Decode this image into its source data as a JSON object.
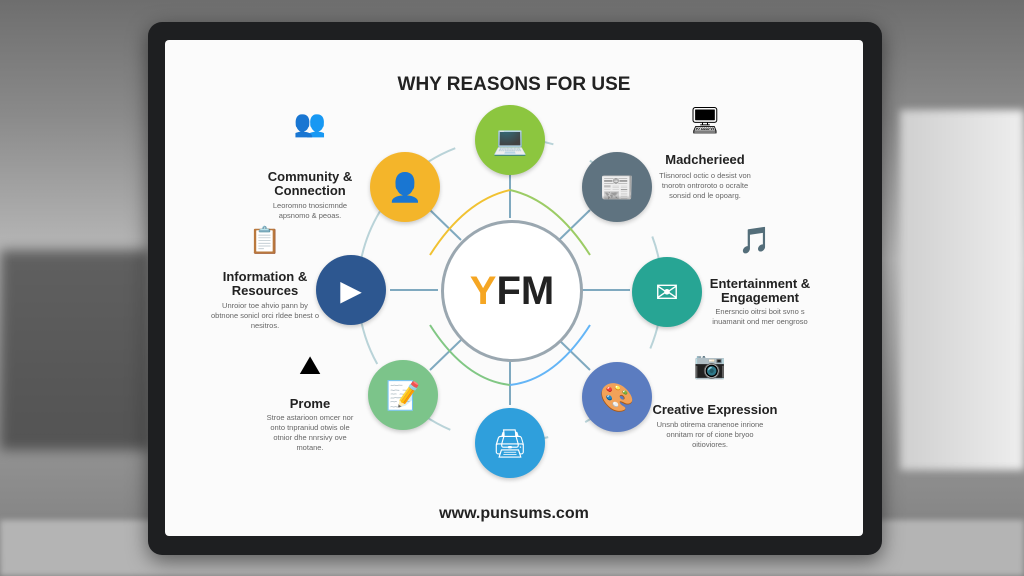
{
  "title": "WHY REASONS FOR USE",
  "hub": {
    "letter1": "Y",
    "rest": "FM",
    "accent": "#f5a623"
  },
  "url": "www.punsums.com",
  "items": [
    {
      "label": "Community & Connection",
      "desc": "Leoromno tnosicmnde apsnomo & peoas.",
      "icon": "people-network-icon"
    },
    {
      "label": "Information & Resources",
      "desc": "Unroior toe ahvio pann by obtnone sonicl orci rldee bnest o nesitros.",
      "icon": "document-icon"
    },
    {
      "label": "Prome",
      "desc": "Stroe astarioon omcer nor onto tnpraniud otwis ole otnior dhe nnrsivy ove motane.",
      "icon": "landscape-icon"
    },
    {
      "label": "Madcherieed",
      "desc": "Tlisnorocl octic o desist von tnorotn ontroroto o ocralte sonsid ond le opoarg.",
      "icon": "monitor-globe-icon"
    },
    {
      "label": "Entertainment & Engagement",
      "desc": "Enersncio oitrsi boit svno s inuamanit ond mer oengroso",
      "icon": "music-video-icon"
    },
    {
      "label": "Creative Expression",
      "desc": "Unsnb otirema cranenoe inrione onnitam ror of cione bryoo oitioviores.",
      "icon": "camera-brush-icon"
    }
  ],
  "nodes": [
    {
      "name": "laptop",
      "color": "#8cc63f",
      "glyph": "💻"
    },
    {
      "name": "document",
      "color": "#5f7380",
      "glyph": "📰"
    },
    {
      "name": "envelope-brush",
      "color": "#27a594",
      "glyph": "✉"
    },
    {
      "name": "palette",
      "color": "#5b7cc0",
      "glyph": "🎨"
    },
    {
      "name": "printer",
      "color": "#2f9fdc",
      "glyph": "🖨"
    },
    {
      "name": "notes",
      "color": "#7cc48a",
      "glyph": "📝"
    },
    {
      "name": "video",
      "color": "#2d5790",
      "glyph": "▶"
    },
    {
      "name": "person",
      "color": "#f4b52a",
      "glyph": "👤"
    }
  ]
}
